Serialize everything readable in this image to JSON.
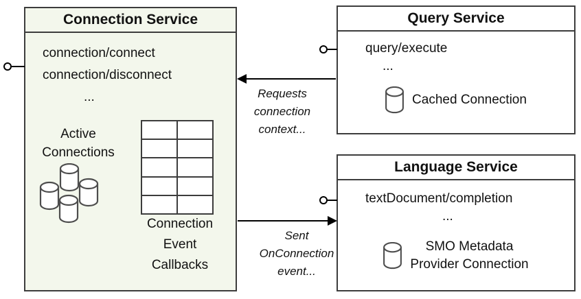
{
  "connection_service": {
    "title": "Connection Service",
    "method_1": "connection/connect",
    "method_2": "connection/disconnect",
    "ellipsis": "...",
    "active_connections_label": "Active\nConnections",
    "callbacks_label": "Connection\nEvent\nCallbacks"
  },
  "query_service": {
    "title": "Query Service",
    "method": "query/execute",
    "ellipsis": "...",
    "cached_connection_label": "Cached Connection"
  },
  "language_service": {
    "title": "Language Service",
    "method": "textDocument/completion",
    "ellipsis": "...",
    "smo_connection_label": "SMO Metadata\nProvider Connection"
  },
  "arrows": {
    "requests_label": "Requests\nconnection\ncontext...",
    "sent_label": "Sent\nOnConnection\nevent..."
  },
  "icons": {
    "database_cluster": "database-cluster-icon",
    "database": "database-icon",
    "table": "table-grid-icon",
    "interface_connector": "lollipop-interface-icon"
  },
  "colors": {
    "connection_box_fill": "#f3f7ec",
    "box_border": "#3c3c3c",
    "arrow_color": "#000000",
    "icon_stroke": "#4d4d4d",
    "text": "#111111"
  }
}
